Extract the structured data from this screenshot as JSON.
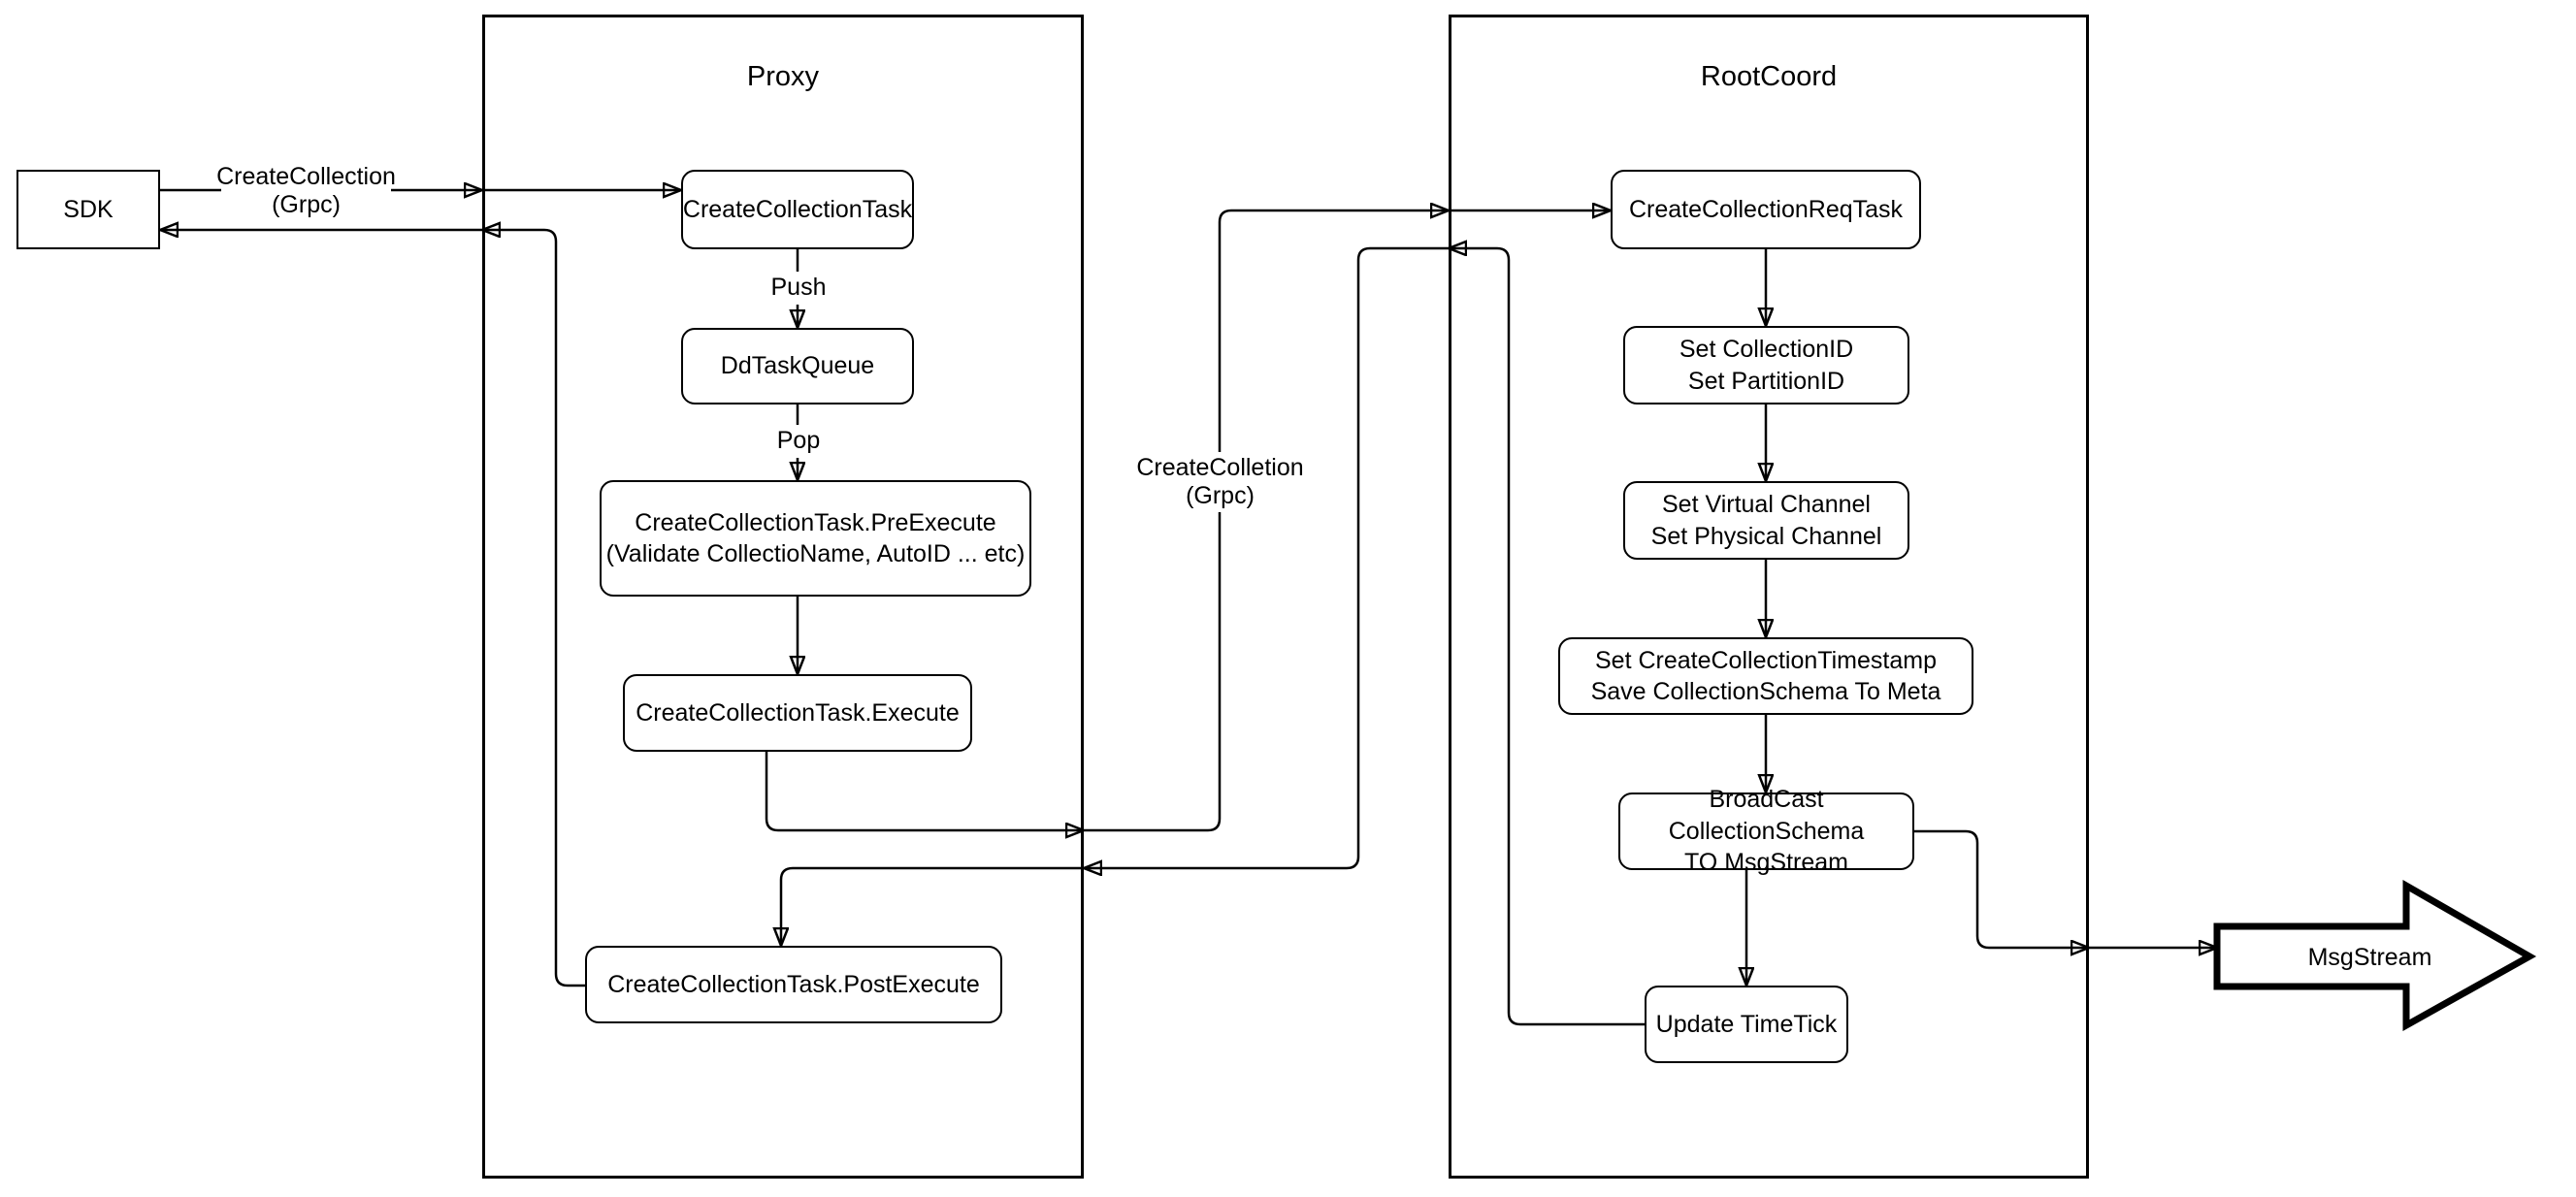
{
  "containers": {
    "proxy": {
      "title": "Proxy"
    },
    "rootcoord": {
      "title": "RootCoord"
    }
  },
  "nodes": {
    "sdk": {
      "label": "SDK"
    },
    "create_collection_task": {
      "label": "CreateCollectionTask"
    },
    "dd_task_queue": {
      "label": "DdTaskQueue"
    },
    "pre_execute": {
      "label": "CreateCollectionTask.PreExecute\n(Validate CollectioName, AutoID ... etc)"
    },
    "execute": {
      "label": "CreateCollectionTask.Execute"
    },
    "post_execute": {
      "label": "CreateCollectionTask.PostExecute"
    },
    "req_task": {
      "label": "CreateCollectionReqTask"
    },
    "set_ids": {
      "label": "Set CollectionID\nSet PartitionID"
    },
    "set_channels": {
      "label": "Set Virtual Channel\nSet Physical Channel"
    },
    "set_timestamp": {
      "label": "Set CreateCollectionTimestamp\nSave CollectionSchema To Meta"
    },
    "broadcast": {
      "label": "BroadCast CollectionSchema\nTO MsgStream"
    },
    "update_timetick": {
      "label": "Update TimeTick"
    },
    "msgstream": {
      "label": "MsgStream"
    }
  },
  "edge_labels": {
    "sdk_grpc": "CreateCollection\n(Grpc)",
    "push": "Push",
    "pop": "Pop",
    "proxy_grpc": "CreateColletion\n(Grpc)"
  },
  "colors": {
    "stroke": "#000000",
    "fill": "#ffffff",
    "background": "#ffffff"
  }
}
